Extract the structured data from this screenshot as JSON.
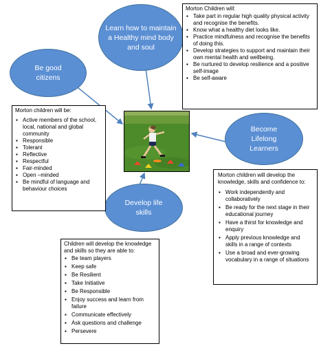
{
  "ovals": {
    "learn": "Learn how to maintain a Healthy mind body and soul",
    "citizens": "Be good citizens",
    "lifelong": "Become Lifelong Learners",
    "life_skills": "Develop life skills"
  },
  "box_top_right": {
    "heading": "Morton Children will:",
    "items": [
      "Take part in regular high quality physical activity and recognise the benefits.",
      "Know what a healthy diet looks like.",
      "Practice mindfulness and recognise the benefits of doing this.",
      "Develop strategies to support and maintain their own mental health and wellbeing.",
      "Be nurtured to develop resilience and a positive self-image",
      "Be self-aware"
    ]
  },
  "box_left": {
    "heading": "Morton children will be:",
    "items": [
      "Active members of the school, local, national and global community",
      "Responsible",
      "Tolerant",
      "Reflective",
      "Respectful",
      "Fair-minded",
      "Open –minded",
      "Be mindful of language and behaviour choices"
    ]
  },
  "box_right": {
    "heading": "Morton children will develop the knowledge, skills and confidence to:",
    "items": [
      "Work independently and collaboratively",
      "Be ready for the next stage in their educational journey",
      "Have a thirst for knowledge and enquiry",
      "Apply previous knowledge and skills in a range of contexts",
      "Use a broad and ever-growing vocabulary in a range of situations"
    ]
  },
  "box_bottom": {
    "heading": "Children will develop the knowledge and skills so they are able to:",
    "items": [
      "Be team players",
      "Keep safe",
      "Be Resilient",
      "Take Initiative",
      "Be Responsible",
      "Enjoy success and learn from failure",
      "Communicate effectively",
      "Ask questions and challenge",
      "Persevere"
    ]
  },
  "colors": {
    "oval_fill": "#5b8fd4",
    "oval_border": "#41719c",
    "connector": "#4f81bd",
    "grass": "#4c8a2a"
  }
}
